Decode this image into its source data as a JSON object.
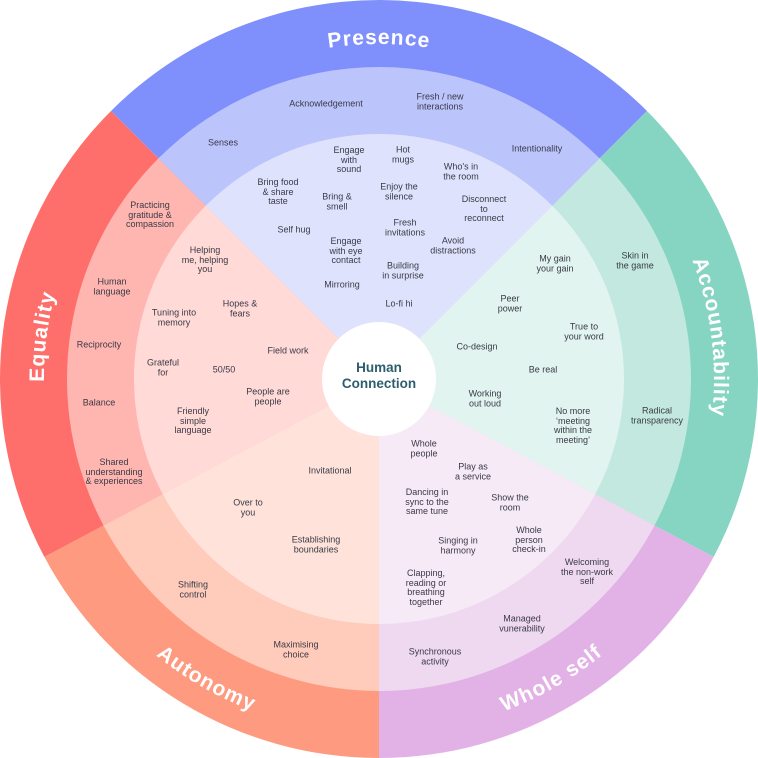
{
  "center": {
    "label": "Human\nConnection"
  },
  "colors": {
    "presence": [
      "#7f8ffb",
      "#bcc4fc",
      "#dfe2fd"
    ],
    "accountability": [
      "#86d5c3",
      "#c2e8df",
      "#e1f4ef"
    ],
    "whole_self": [
      "#e2b1e5",
      "#efd9f0",
      "#f6eaf7"
    ],
    "autonomy": [
      "#fe9a7f",
      "#ffcbba",
      "#ffe3da"
    ],
    "equality": [
      "#fe6e6a",
      "#ffb6b0",
      "#ffdad7"
    ]
  },
  "presence": {
    "title": "Presence",
    "middle": [
      "Acknowledgement",
      "Fresh / new\ninteractions",
      "Senses",
      "Intentionality"
    ],
    "inner": [
      "Engage\nwith\nsound",
      "Hot\nmugs",
      "Who's in\nthe room",
      "Bring food\n& share\ntaste",
      "Bring &\nsmell",
      "Enjoy the\nsilence",
      "Disconnect\nto\nreconnect",
      "Self hug",
      "Fresh\ninvitations",
      "Engage\nwith eye\ncontact",
      "Avoid\ndistractions",
      "Building\nin surprise",
      "Mirroring",
      "Lo-fi hi"
    ]
  },
  "accountability": {
    "title": "Accountability",
    "middle": [
      "Skin in\nthe game",
      "Radical\ntransparency"
    ],
    "inner": [
      "My gain\nyour gain",
      "Peer\npower",
      "True to\nyour word",
      "Co-design",
      "Be real",
      "Working\nout loud",
      "No more\n‘meeting\nwithin the\nmeeting’"
    ]
  },
  "whole_self": {
    "title": "Whole self",
    "middle": [
      "Welcoming\nthe non-work\nself",
      "Managed\nvunerability",
      "Synchronous\nactivity"
    ],
    "inner": [
      "Whole\npeople",
      "Play as\na service",
      "Dancing in\nsync to the\nsame tune",
      "Show the\nroom",
      "Singing in\nharmony",
      "Whole\nperson\ncheck-in",
      "Clapping,\nreading or\nbreathing\ntogether"
    ]
  },
  "autonomy": {
    "title": "Autonomy",
    "middle": [
      "Shifting\ncontrol",
      "Maximising\nchoice"
    ],
    "inner": [
      "Invitational",
      "Over to\nyou",
      "Establishing\nboundaries"
    ]
  },
  "equality": {
    "title": "Equality",
    "middle": [
      "Practicing\ngratitude &\ncompassion",
      "Human\nlanguage",
      "Reciprocity",
      "Balance",
      "Shared\nunderstanding\n& experiences"
    ],
    "inner": [
      "Helping\nme, helping\nyou",
      "Tuning into\nmemory",
      "Hopes &\nfears",
      "Field work",
      "Grateful\nfor",
      "50/50",
      "People are\npeople",
      "Friendly\nsimple\nlanguage"
    ]
  }
}
